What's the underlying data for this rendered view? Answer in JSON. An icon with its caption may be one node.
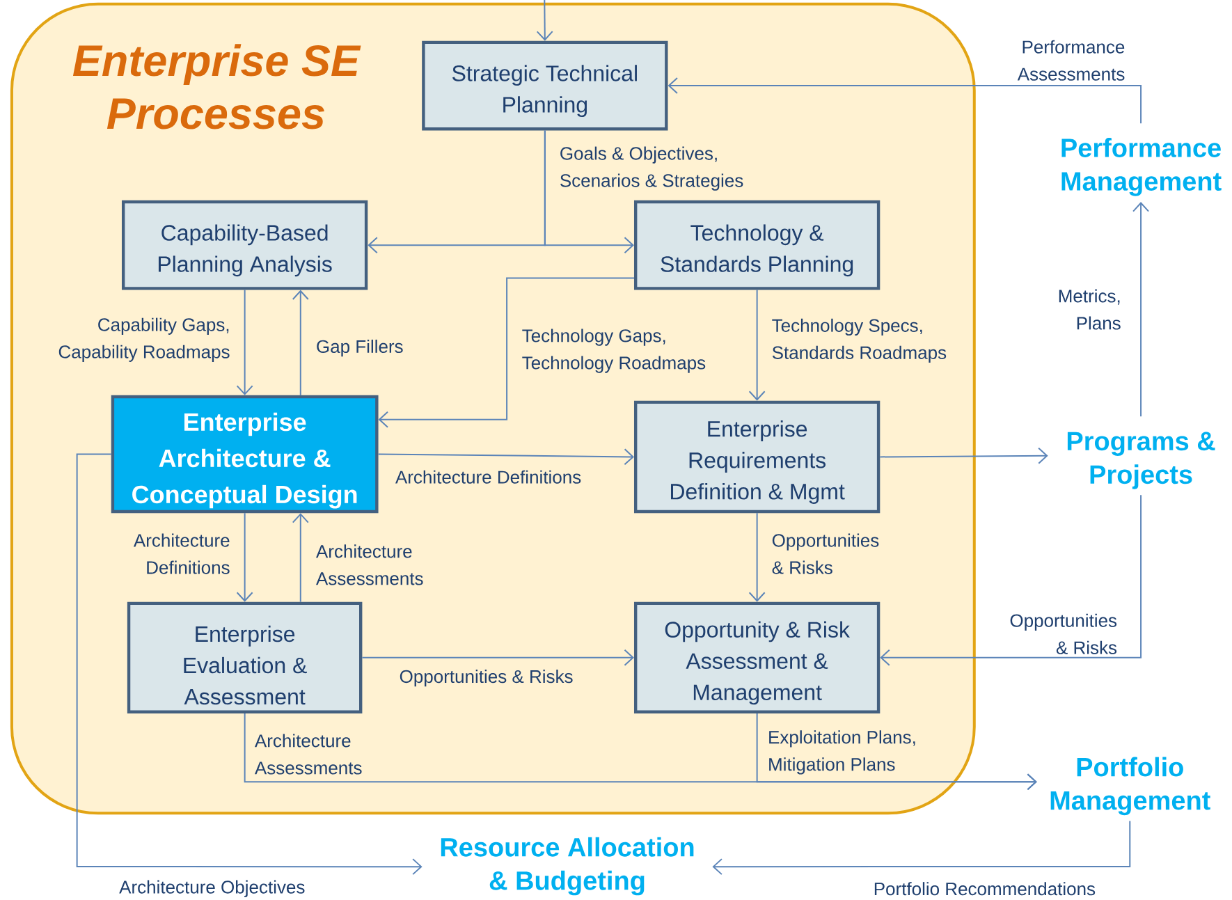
{
  "diagram": {
    "nodes": [
      {
        "text": [
          "Enterprise SE Processes"
        ]
      },
      {
        "text": [
          "Strategic Technical Planning"
        ],
        "in": 0
      },
      {
        "text": [
          "Capability-Based Planning Analysis"
        ],
        "in": 0
      },
      {
        "text": [
          "Technology & Standards Planning"
        ],
        "in": 0
      },
      {
        "text": [
          "Enterprise Architecture & Conceptual Design"
        ],
        "in": 0
      },
      {
        "text": [
          "Enterprise Requirements Definition & Mgmt"
        ],
        "in": 0
      },
      {
        "text": [
          "Enterprise Evaluation & Assessment"
        ],
        "in": 0
      },
      {
        "text": [
          "Opportunity & Risk Assessment & Management"
        ],
        "in": 0
      },
      {
        "text": [
          "Performance Management"
        ]
      },
      {
        "text": [
          "Programs & Projects"
        ]
      },
      {
        "text": [
          "Portfolio Management"
        ]
      },
      {
        "text": [
          "Resource Allocation & Budgeting"
        ]
      }
    ],
    "edges": [
      {
        "from": null,
        "to": 1,
        "arrow": "to"
      },
      {
        "from": 1,
        "to": 2,
        "arrow": "to",
        "label": "Goals & Objectives, Scenarios & Strategies"
      },
      {
        "from": 1,
        "to": 3,
        "arrow": "to"
      },
      {
        "from": 2,
        "to": 4,
        "arrow": "to",
        "label": "Capability Gaps, Capability Roadmaps"
      },
      {
        "from": 4,
        "to": 2,
        "arrow": "to",
        "label": "Gap Fillers"
      },
      {
        "from": 3,
        "to": 4,
        "arrow": "to",
        "label": "Technology Gaps, Technology Roadmaps"
      },
      {
        "from": 3,
        "to": 5,
        "arrow": "to",
        "label": "Technology Specs, Standards Roadmaps"
      },
      {
        "from": 4,
        "to": 5,
        "arrow": "to",
        "label": "Architecture Definitions"
      },
      {
        "from": 4,
        "to": 6,
        "arrow": "to",
        "label": "Architecture Definitions"
      },
      {
        "from": 6,
        "to": 4,
        "arrow": "to",
        "label": "Architecture Assessments"
      },
      {
        "from": 5,
        "to": 7,
        "arrow": "to",
        "label": "Opportunities & Risks"
      },
      {
        "from": 6,
        "to": 7,
        "arrow": "to",
        "label": "Opportunities & Risks"
      },
      {
        "from": 5,
        "to": 9,
        "arrow": "to"
      },
      {
        "from": 9,
        "to": 8,
        "arrow": "to",
        "label": "Metrics, Plans"
      },
      {
        "from": 8,
        "to": 1,
        "arrow": "to",
        "label": "Performance Assessments"
      },
      {
        "from": 9,
        "to": 7,
        "arrow": "to",
        "label": "Opportunities & Risks"
      },
      {
        "from": 6,
        "to": 10,
        "arrow": "to",
        "label": "Architecture Assessments"
      },
      {
        "from": 7,
        "to": 10,
        "arrow": "to",
        "label": "Exploitation Plans, Mitigation Plans"
      },
      {
        "from": 4,
        "to": 11,
        "arrow": "to",
        "label": "Architecture Objectives"
      },
      {
        "from": 10,
        "to": 11,
        "arrow": "to",
        "label": "Portfolio Recommendations"
      }
    ]
  }
}
